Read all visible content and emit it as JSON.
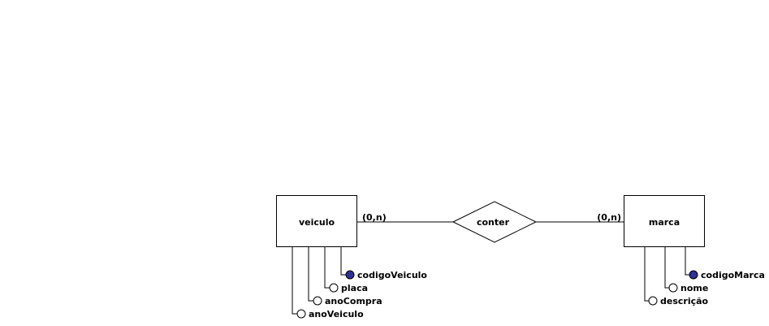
{
  "colors": {
    "key_attribute_fill": "#2e3192",
    "line": "#000000",
    "background": "#ffffff"
  },
  "entities": [
    {
      "name": "veiculo",
      "attributes": [
        {
          "name": "codigoVeiculo",
          "key": true
        },
        {
          "name": "placa",
          "key": false
        },
        {
          "name": "anoCompra",
          "key": false
        },
        {
          "name": "anoVeiculo",
          "key": false
        }
      ]
    },
    {
      "name": "marca",
      "attributes": [
        {
          "name": "codigoMarca",
          "key": true
        },
        {
          "name": "nome",
          "key": false
        },
        {
          "name": "descrição",
          "key": false
        }
      ]
    }
  ],
  "relationship": {
    "name": "conter",
    "left_cardinality": "(0,n)",
    "right_cardinality": "(0,n)"
  }
}
